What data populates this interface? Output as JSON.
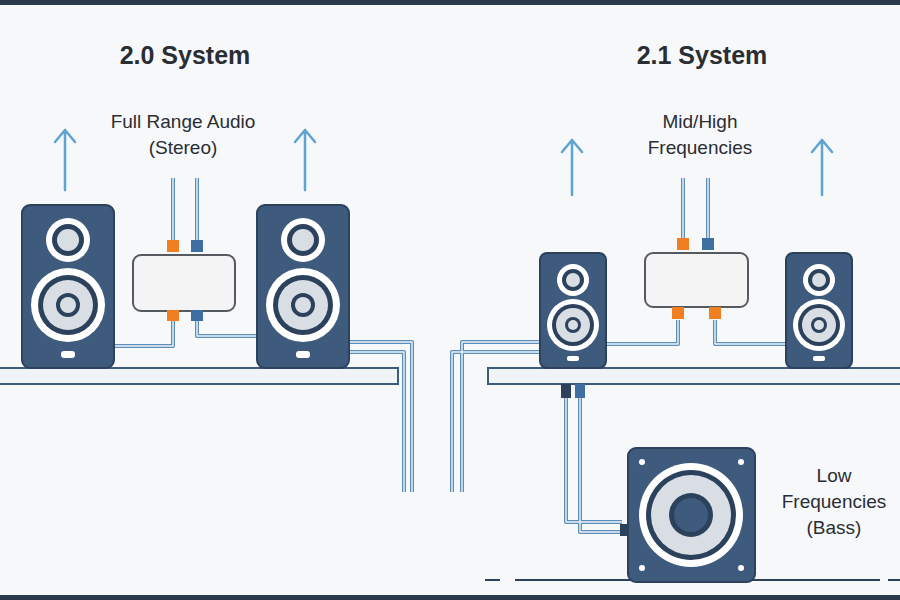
{
  "diagram": {
    "labels": [
      "2.0 System",
      "Full Range Audio (Stereo)",
      "2.1 System",
      "Mid/High Frequencies",
      "Low Frequencies (Bass)"
    ]
  }
}
